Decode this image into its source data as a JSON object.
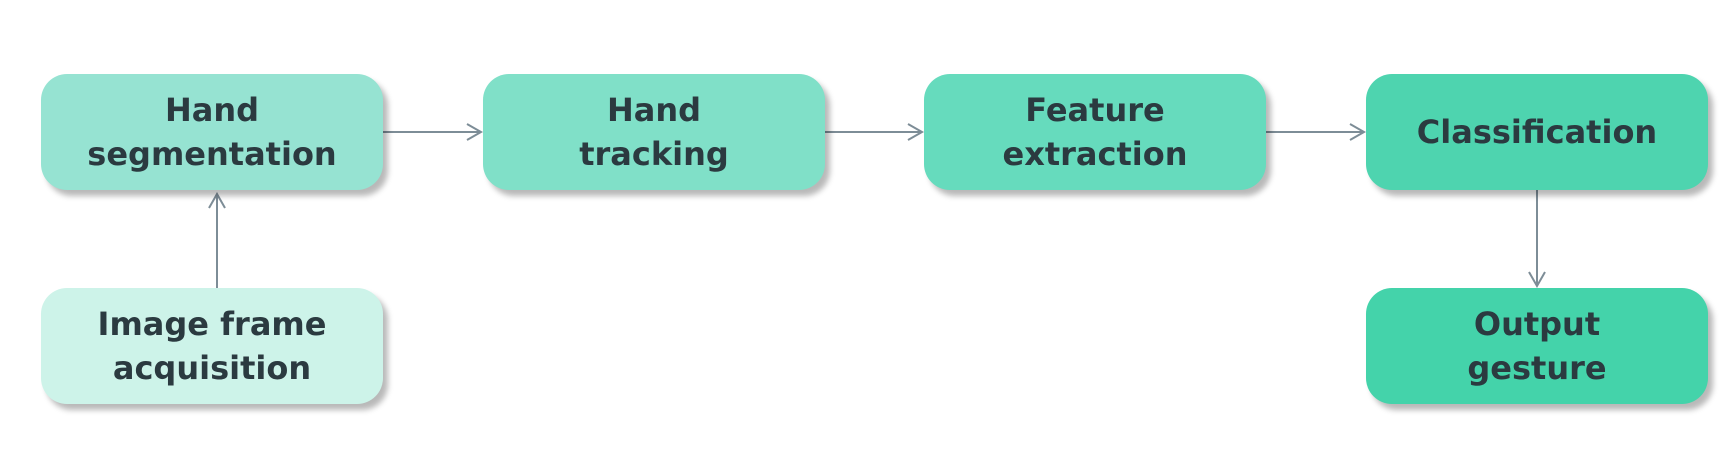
{
  "diagram": {
    "nodes": {
      "hand_segmentation": {
        "label": "Hand\nsegmentation"
      },
      "hand_tracking": {
        "label": "Hand\ntracking"
      },
      "feature_extraction": {
        "label": "Feature\nextraction"
      },
      "classification": {
        "label": "Classification"
      },
      "image_frame_acquisition": {
        "label": "Image frame\nacquisition"
      },
      "output_gesture": {
        "label": "Output\ngesture"
      }
    },
    "edges": [
      {
        "from": "image_frame_acquisition",
        "to": "hand_segmentation"
      },
      {
        "from": "hand_segmentation",
        "to": "hand_tracking"
      },
      {
        "from": "hand_tracking",
        "to": "feature_extraction"
      },
      {
        "from": "feature_extraction",
        "to": "classification"
      },
      {
        "from": "classification",
        "to": "output_gesture"
      }
    ],
    "colors": {
      "hand_segmentation": "#96e3d2",
      "hand_tracking": "#80e0c8",
      "feature_extraction": "#66dbbd",
      "classification": "#4ed4af",
      "image_frame_acquisition": "#cdf3e9",
      "output_gesture": "#44d3aa",
      "text": "#2b3a40",
      "connector": "#7d8d97"
    }
  }
}
